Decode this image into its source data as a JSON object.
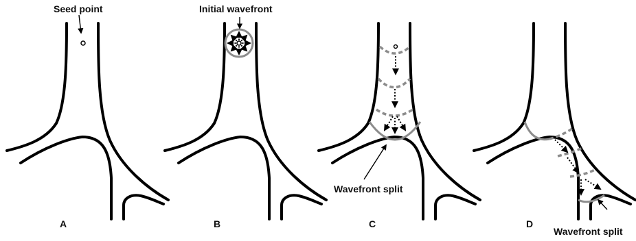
{
  "annotations": {
    "seed_point": "Seed point",
    "initial_wavefront": "Initial wavefront",
    "wavefront_split_c": "Wavefront split",
    "wavefront_split_d": "Wavefront split"
  },
  "panels": {
    "a": "A",
    "b": "B",
    "c": "C",
    "d": "D"
  },
  "colors": {
    "vessel_wall": "#000000",
    "wavefront": "#8c8c8c"
  }
}
